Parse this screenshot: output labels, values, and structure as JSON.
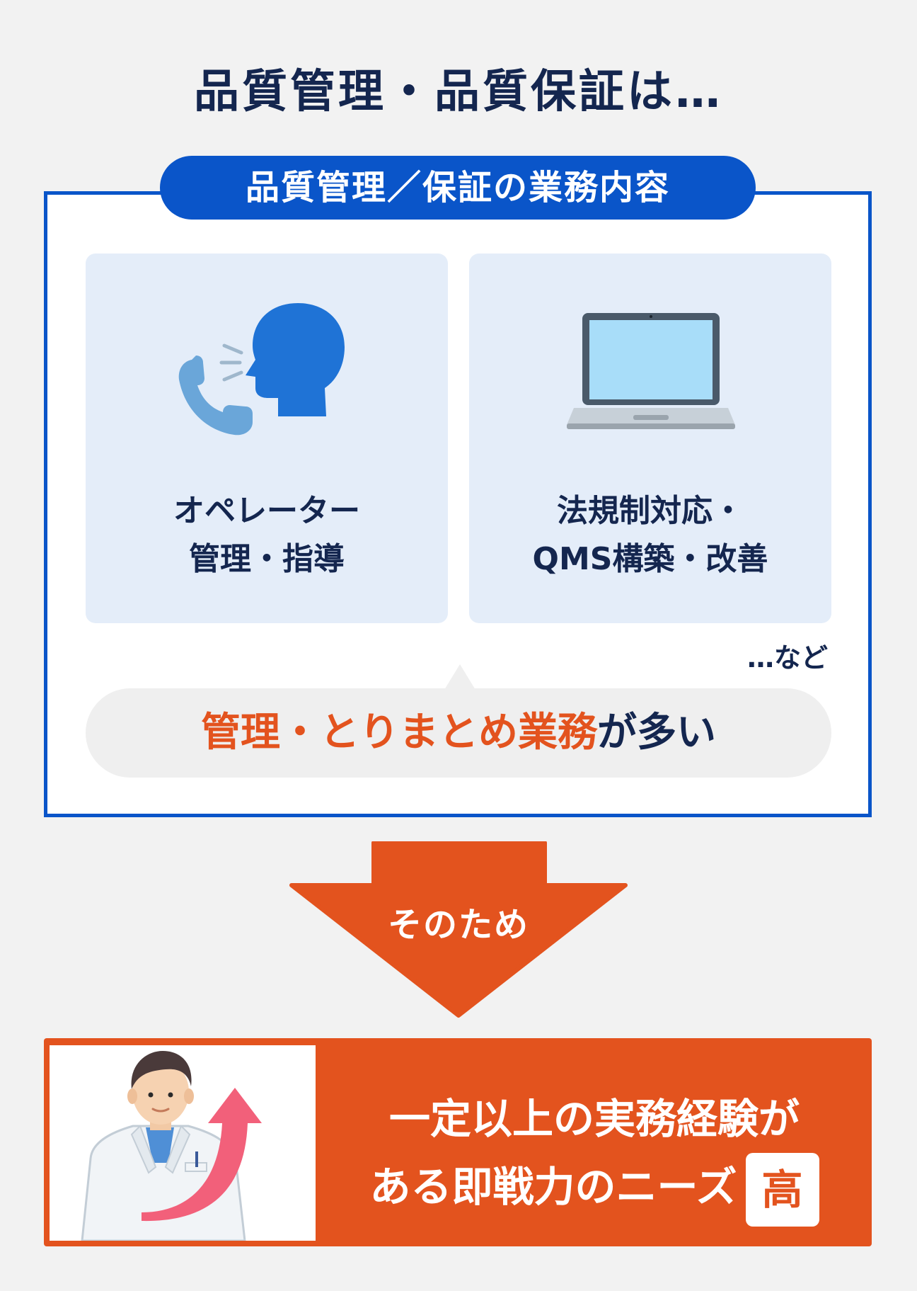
{
  "heading": "品質管理・品質保証は…",
  "box_label": "品質管理／保証の業務内容",
  "cards": [
    {
      "line1": "オペレーター",
      "line2": "管理・指導",
      "icon": "phone-speaking-person-icon"
    },
    {
      "line1": "法規制対応・",
      "line2": "QMS構築・改善",
      "icon": "laptop-icon"
    }
  ],
  "etc": "…など",
  "bubble": {
    "accent": "管理・とりまとめ業務",
    "rest": "が多い"
  },
  "arrow_label": "そのため",
  "result": {
    "line1": "一定以上の実務経験が",
    "line2": "ある即戦力のニーズ",
    "badge": "高"
  },
  "colors": {
    "navy": "#14264f",
    "blue": "#0a55c9",
    "orange": "#e3531e",
    "card": "#e4edf9"
  }
}
